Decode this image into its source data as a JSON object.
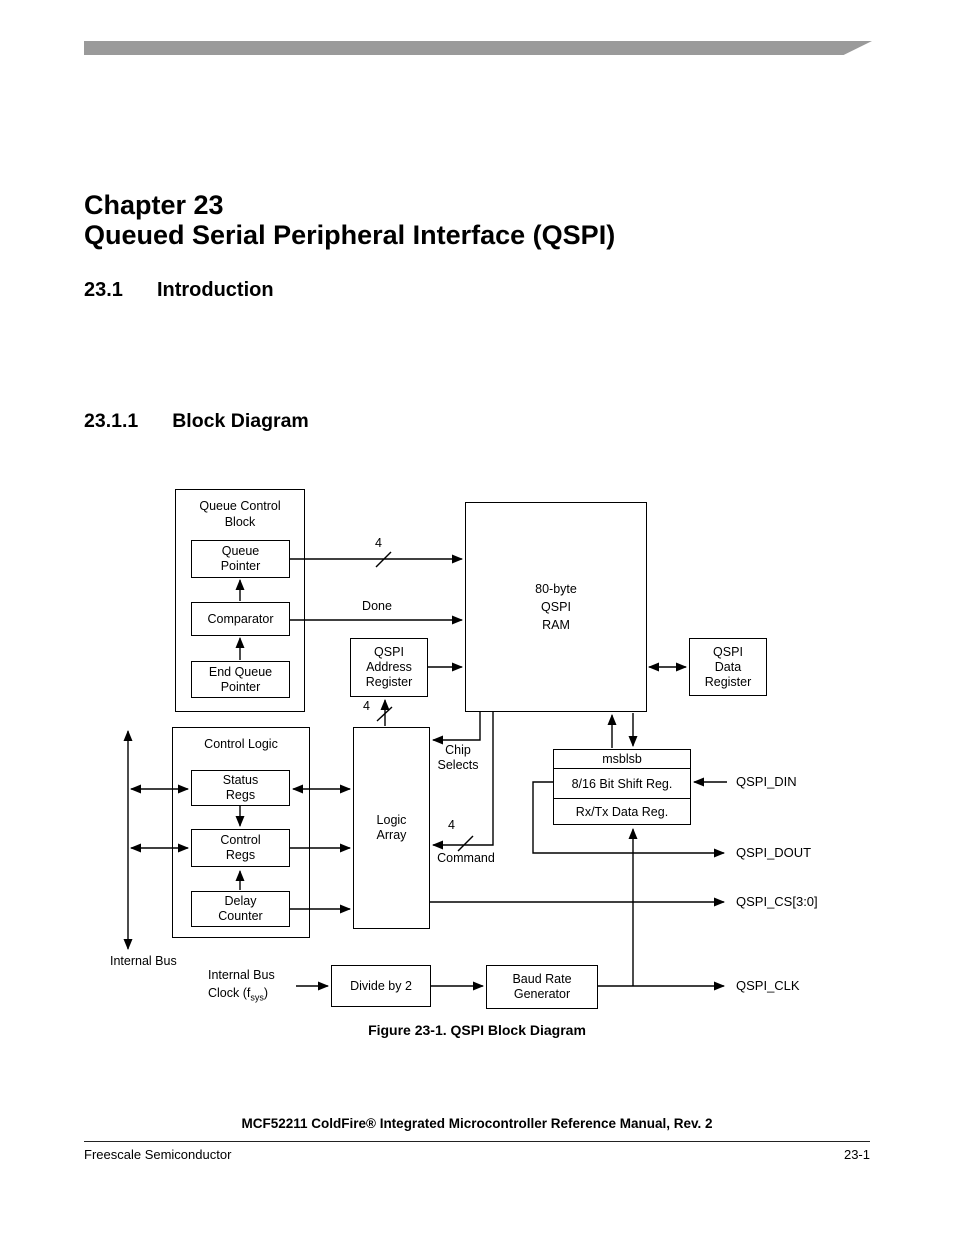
{
  "header": {
    "bar_color": "#9a9a9a"
  },
  "chapter": {
    "line1": "Chapter 23",
    "line2": "Queued Serial Peripheral Interface (QSPI)"
  },
  "sections": {
    "s1_number": "23.1",
    "s1_title": "Introduction",
    "s2_number": "23.1.1",
    "s2_title": "Block Diagram"
  },
  "diagram": {
    "boxes": {
      "queue_control_block": "Queue Control\nBlock",
      "queue_pointer": "Queue\nPointer",
      "comparator": "Comparator",
      "end_queue_pointer": "End Queue\nPointer",
      "qspi_ram": "80-byte\nQSPI\nRAM",
      "qspi_address_register": "QSPI\nAddress\nRegister",
      "qspi_data_register": "QSPI\nData\nRegister",
      "control_logic": "Control Logic",
      "status_regs": "Status\nRegs",
      "control_regs": "Control\nRegs",
      "delay_counter": "Delay\nCounter",
      "logic_array": "Logic\nArray",
      "msb": "msb",
      "lsb": "lsb",
      "shift_reg": "8/16 Bit Shift Reg.",
      "rxtx_reg": "Rx/Tx Data Reg.",
      "divide_by_2": "Divide by 2",
      "baud_rate_generator": "Baud Rate\nGenerator"
    },
    "labels": {
      "bus_width": "4",
      "done": "Done",
      "chip_selects": "Chip\nSelects",
      "command": "Command",
      "internal_bus": "Internal Bus",
      "internal_bus_clock_line1": "Internal Bus",
      "internal_bus_clock_prefix": "Clock (f",
      "internal_bus_clock_sub": "sys",
      "internal_bus_clock_suffix": ")",
      "qspi_din": "QSPI_DIN",
      "qspi_dout": "QSPI_DOUT",
      "qspi_cs": "QSPI_CS[3:0]",
      "qspi_clk": "QSPI_CLK"
    }
  },
  "figure": {
    "caption": "Figure 23-1. QSPI Block Diagram"
  },
  "footer": {
    "manual_title": "MCF52211 ColdFire® Integrated Microcontroller Reference Manual, Rev. 2",
    "company": "Freescale Semiconductor",
    "page_number": "23-1"
  }
}
